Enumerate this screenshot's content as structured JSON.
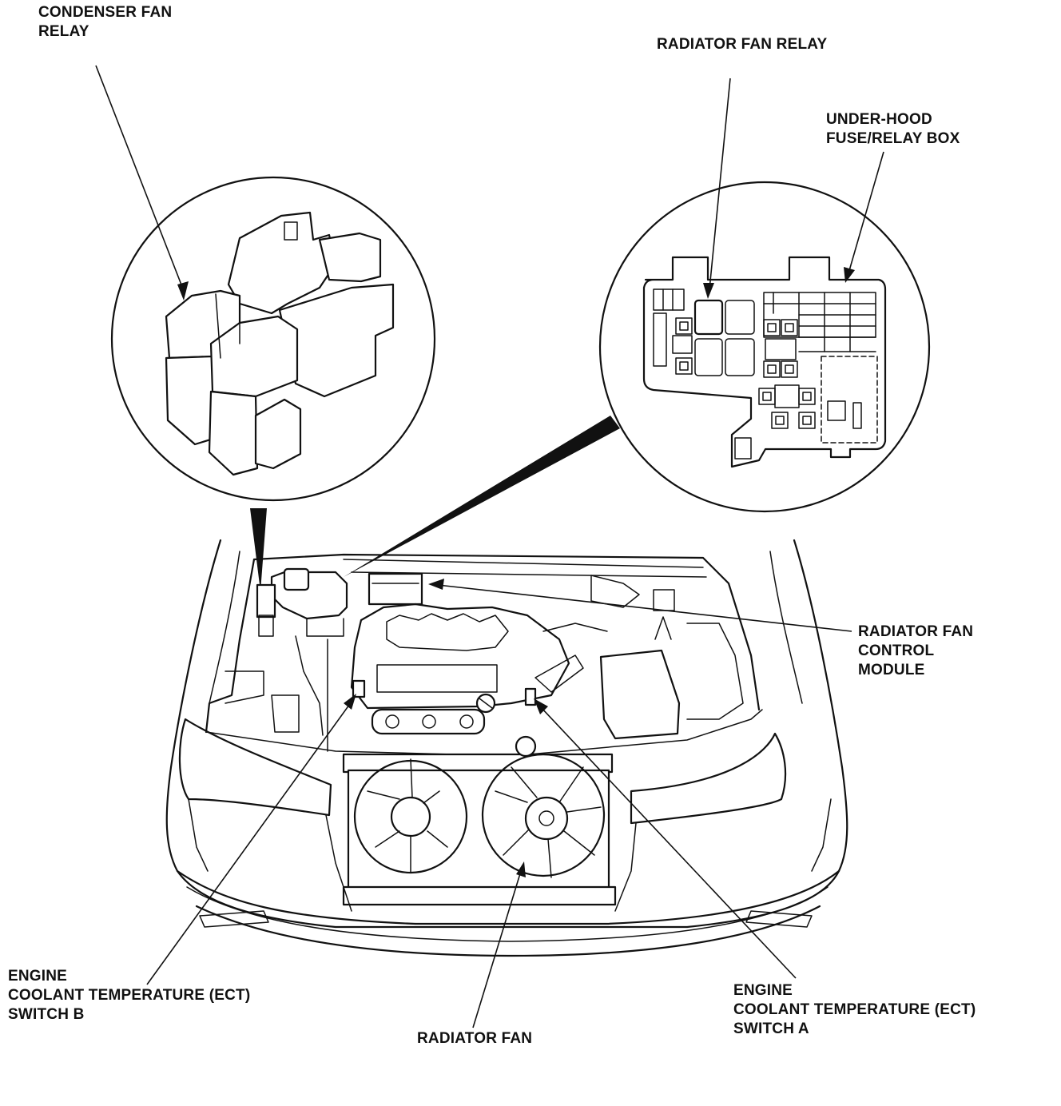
{
  "labels": {
    "condenser_fan_relay": [
      "CONDENSER FAN",
      "RELAY"
    ],
    "radiator_fan_relay": [
      "RADIATOR FAN RELAY"
    ],
    "under_hood_box": [
      "UNDER-HOOD",
      "FUSE/RELAY BOX"
    ],
    "radiator_fan_control_module": [
      "RADIATOR FAN",
      "CONTROL",
      "MODULE"
    ],
    "ect_switch_b": [
      "ENGINE",
      "COOLANT TEMPERATURE (ECT)",
      "SWITCH B"
    ],
    "radiator_fan": [
      "RADIATOR FAN"
    ],
    "ect_switch_a": [
      "ENGINE",
      "COOLANT TEMPERATURE (ECT)",
      "SWITCH A"
    ]
  }
}
